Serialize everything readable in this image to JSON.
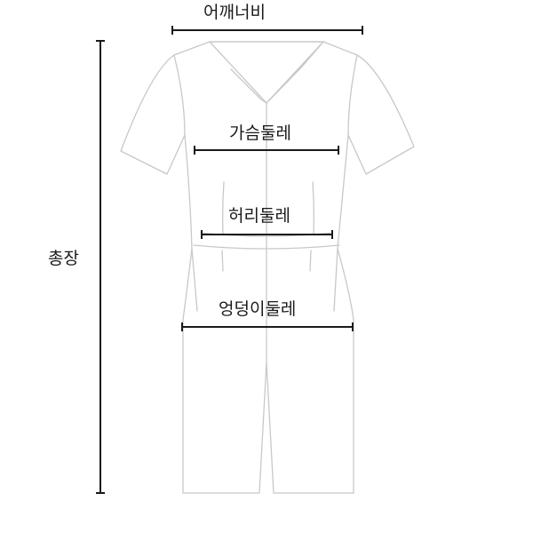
{
  "measurements": {
    "shoulder_width": "어깨너비",
    "chest_circumference": "가슴둘레",
    "waist_circumference": "허리둘레",
    "hip_circumference": "엉덩이둘레",
    "total_length": "총장"
  },
  "colors": {
    "garment_outline": "#c8c8c8",
    "measure_line": "#1a1a1a",
    "label_text": "#1a1a1a",
    "background": "#ffffff"
  },
  "garment": "short-sleeve collared jumpsuit"
}
